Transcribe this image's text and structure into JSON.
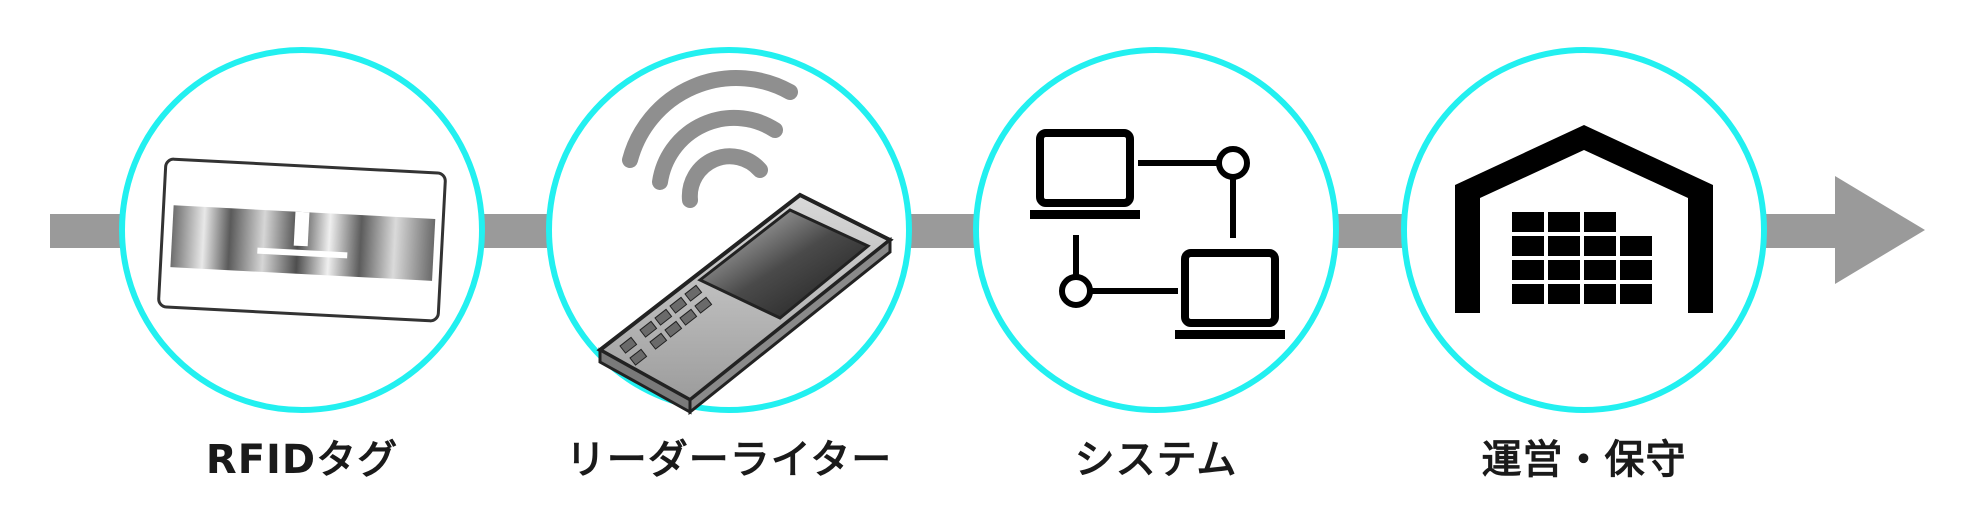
{
  "steps": [
    {
      "label": "RFIDタグ",
      "icon": "rfid-tag-icon"
    },
    {
      "label": "リーダーライター",
      "icon": "handheld-reader-icon"
    },
    {
      "label": "システム",
      "icon": "network-computers-icon"
    },
    {
      "label": "運営・保守",
      "icon": "warehouse-icon"
    }
  ],
  "colors": {
    "circle_stroke": "#22f0f0",
    "flow_arrow": "#9a9a9a",
    "icon_dark": "#000000"
  }
}
